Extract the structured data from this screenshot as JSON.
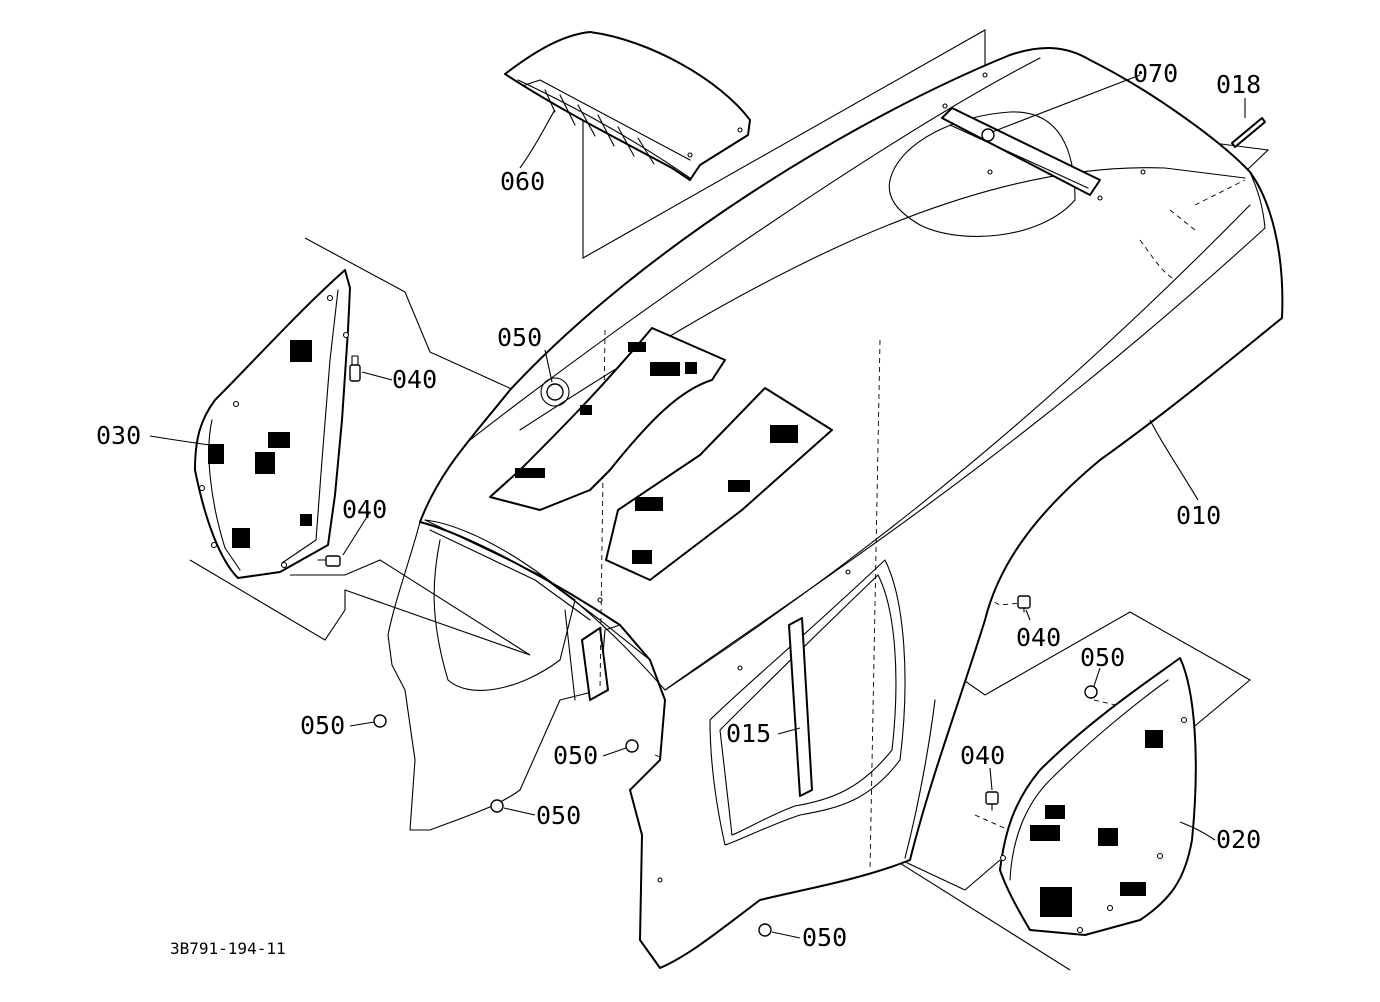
{
  "diagram": {
    "drawing_code": "3B791-194-11",
    "callouts": [
      {
        "id": "c010",
        "label": "010"
      },
      {
        "id": "c015",
        "label": "015"
      },
      {
        "id": "c018",
        "label": "018"
      },
      {
        "id": "c020",
        "label": "020"
      },
      {
        "id": "c030",
        "label": "030"
      },
      {
        "id": "c040a",
        "label": "040"
      },
      {
        "id": "c040b",
        "label": "040"
      },
      {
        "id": "c040c",
        "label": "040"
      },
      {
        "id": "c040d",
        "label": "040"
      },
      {
        "id": "c050a",
        "label": "050"
      },
      {
        "id": "c050b",
        "label": "050"
      },
      {
        "id": "c050c",
        "label": "050"
      },
      {
        "id": "c050d",
        "label": "050"
      },
      {
        "id": "c050e",
        "label": "050"
      },
      {
        "id": "c050f",
        "label": "050"
      },
      {
        "id": "c060",
        "label": "060"
      },
      {
        "id": "c070",
        "label": "070"
      }
    ]
  }
}
